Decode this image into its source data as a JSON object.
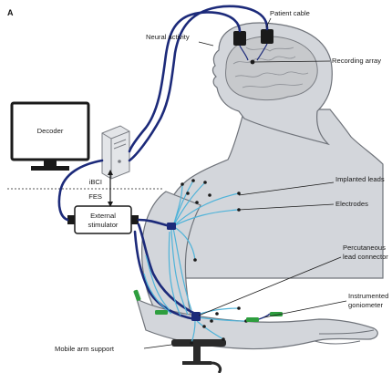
{
  "panel_letter": "A",
  "labels": {
    "patient_cable": "Patient cable",
    "neural_activity": "Neural activity",
    "recording_array": "Recording array",
    "decoder": "Decoder",
    "ibci": "iBCI",
    "fes": "FES",
    "external_stimulator_line1": "External",
    "external_stimulator_line2": "stimulator",
    "implanted_leads": "Implanted leads",
    "electrodes": "Electrodes",
    "percutaneous_line1": "Percutaneous",
    "percutaneous_line2": "lead connector",
    "instrumented_line1": "Instrumented",
    "instrumented_line2": "goniometer",
    "mobile_arm_support": "Mobile arm support"
  },
  "colors": {
    "cable_navy": "#1c2a7a",
    "lead_blue": "#4fb3d9",
    "body_gray": "#d3d6db",
    "body_outline": "#6f737a",
    "goniometer_green": "#2e9e3e",
    "brain_pink": "#c7c9cc"
  }
}
